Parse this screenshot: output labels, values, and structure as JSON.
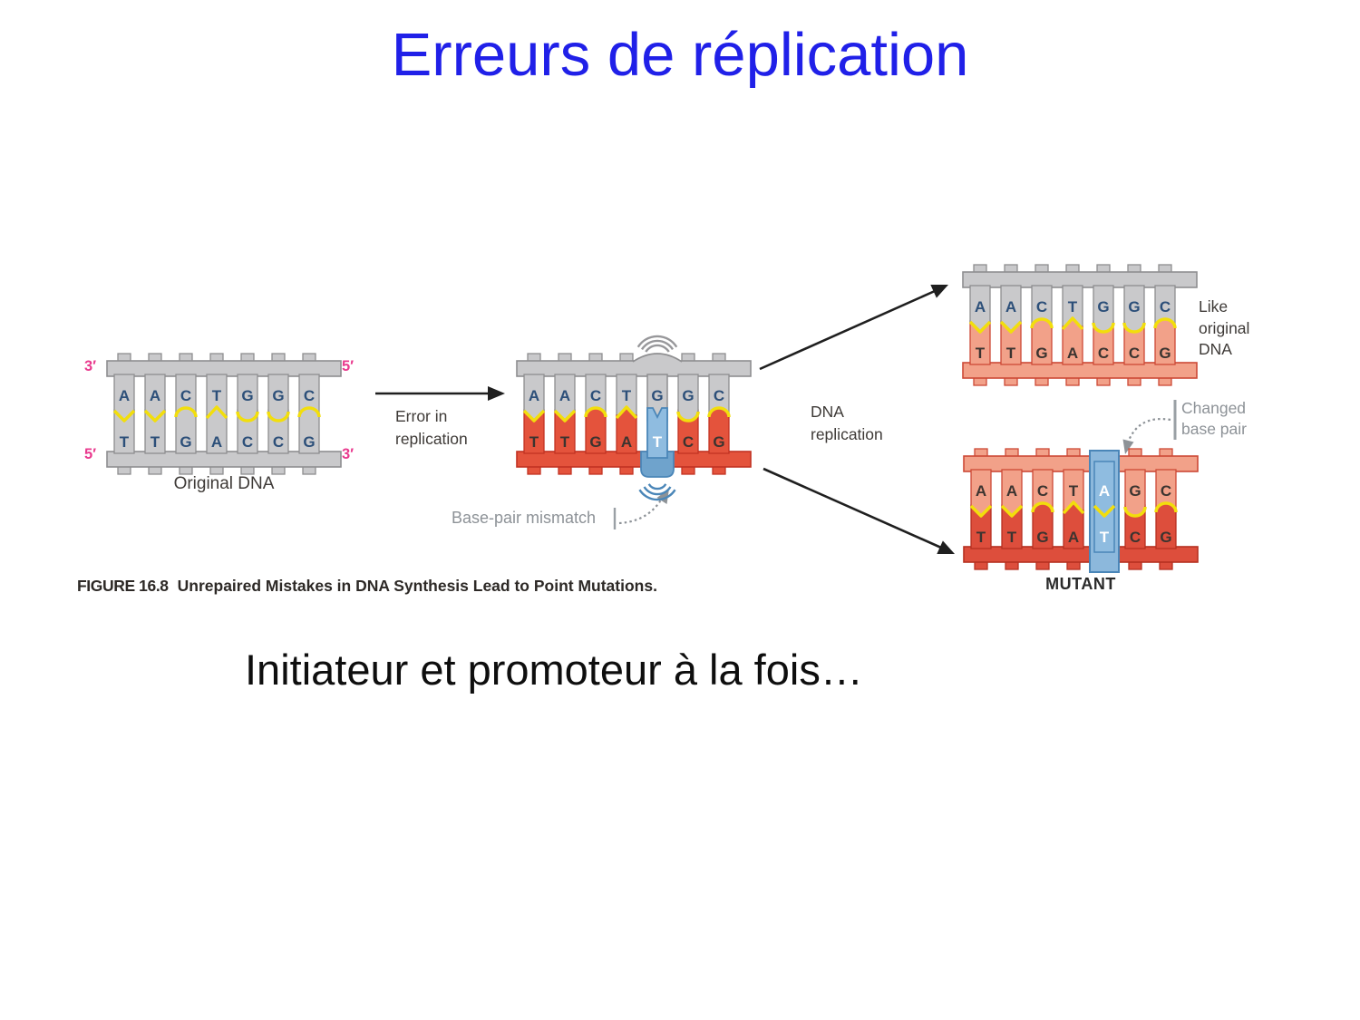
{
  "slide": {
    "title": "Erreurs de réplication",
    "subtitle": "Initiateur et promoteur à la fois…",
    "title_color": "#2020e8"
  },
  "figure": {
    "caption": {
      "label": "FIGURE 16.8",
      "text": "Unrepaired Mistakes in DNA Synthesis Lead to Point Mutations."
    },
    "annotations": {
      "original": "Original DNA",
      "error_arrow": "Error in\nreplication",
      "mismatch": "Base-pair mismatch",
      "replication_arrow": "DNA\nreplication",
      "like_original": "Like\noriginal\nDNA",
      "changed": "Changed\nbase pair",
      "mutant": "MUTANT"
    },
    "strand_ends": {
      "top_left": "3′",
      "top_right": "5′",
      "bottom_left": "5′",
      "bottom_right": "3′"
    },
    "ladders": {
      "original": {
        "top": [
          "A",
          "A",
          "C",
          "T",
          "G",
          "G",
          "C"
        ],
        "bottom": [
          "T",
          "T",
          "G",
          "A",
          "C",
          "C",
          "G"
        ],
        "top_style": "gray",
        "bottom_style": "gray"
      },
      "mismatch": {
        "top": [
          "A",
          "A",
          "C",
          "T",
          "G",
          "G",
          "C"
        ],
        "bottom": [
          "T",
          "T",
          "G",
          "A",
          "T",
          "C",
          "G"
        ],
        "top_style": "gray",
        "bottom_style": "red",
        "mismatch_index": 4
      },
      "like_original": {
        "top": [
          "A",
          "A",
          "C",
          "T",
          "G",
          "G",
          "C"
        ],
        "bottom": [
          "T",
          "T",
          "G",
          "A",
          "C",
          "C",
          "G"
        ],
        "top_style": "gray",
        "bottom_style": "salmon"
      },
      "mutant": {
        "top": [
          "A",
          "A",
          "C",
          "T",
          "A",
          "G",
          "C"
        ],
        "bottom": [
          "T",
          "T",
          "G",
          "A",
          "T",
          "C",
          "G"
        ],
        "top_style": "salmon",
        "bottom_style": "darkred",
        "changed_index": 4
      }
    },
    "colors": {
      "gray_fill": "#c9c9cb",
      "gray_stroke": "#8e8e90",
      "red_fill": "#e4533c",
      "red_stroke": "#c23222",
      "salmon_fill": "#f2a189",
      "salmon_stroke": "#cc4936",
      "darkred_fill": "#dd4e3c",
      "darkred_stroke": "#b63020",
      "blue_fill": "#8cb8dc",
      "blue_rod": "#8fbce0",
      "blue_bump": "#6fa3cc",
      "blue_stroke": "#4a86b8",
      "yellow": "#f2de0c",
      "letter_on_gray": "#2c4f79",
      "letter_dark": "#3b3430",
      "letter_white": "#ffffff",
      "pink_prime": "#e93a8e",
      "annotation_gray": "#8d9297",
      "arrow_black": "#1f1f1f"
    }
  }
}
